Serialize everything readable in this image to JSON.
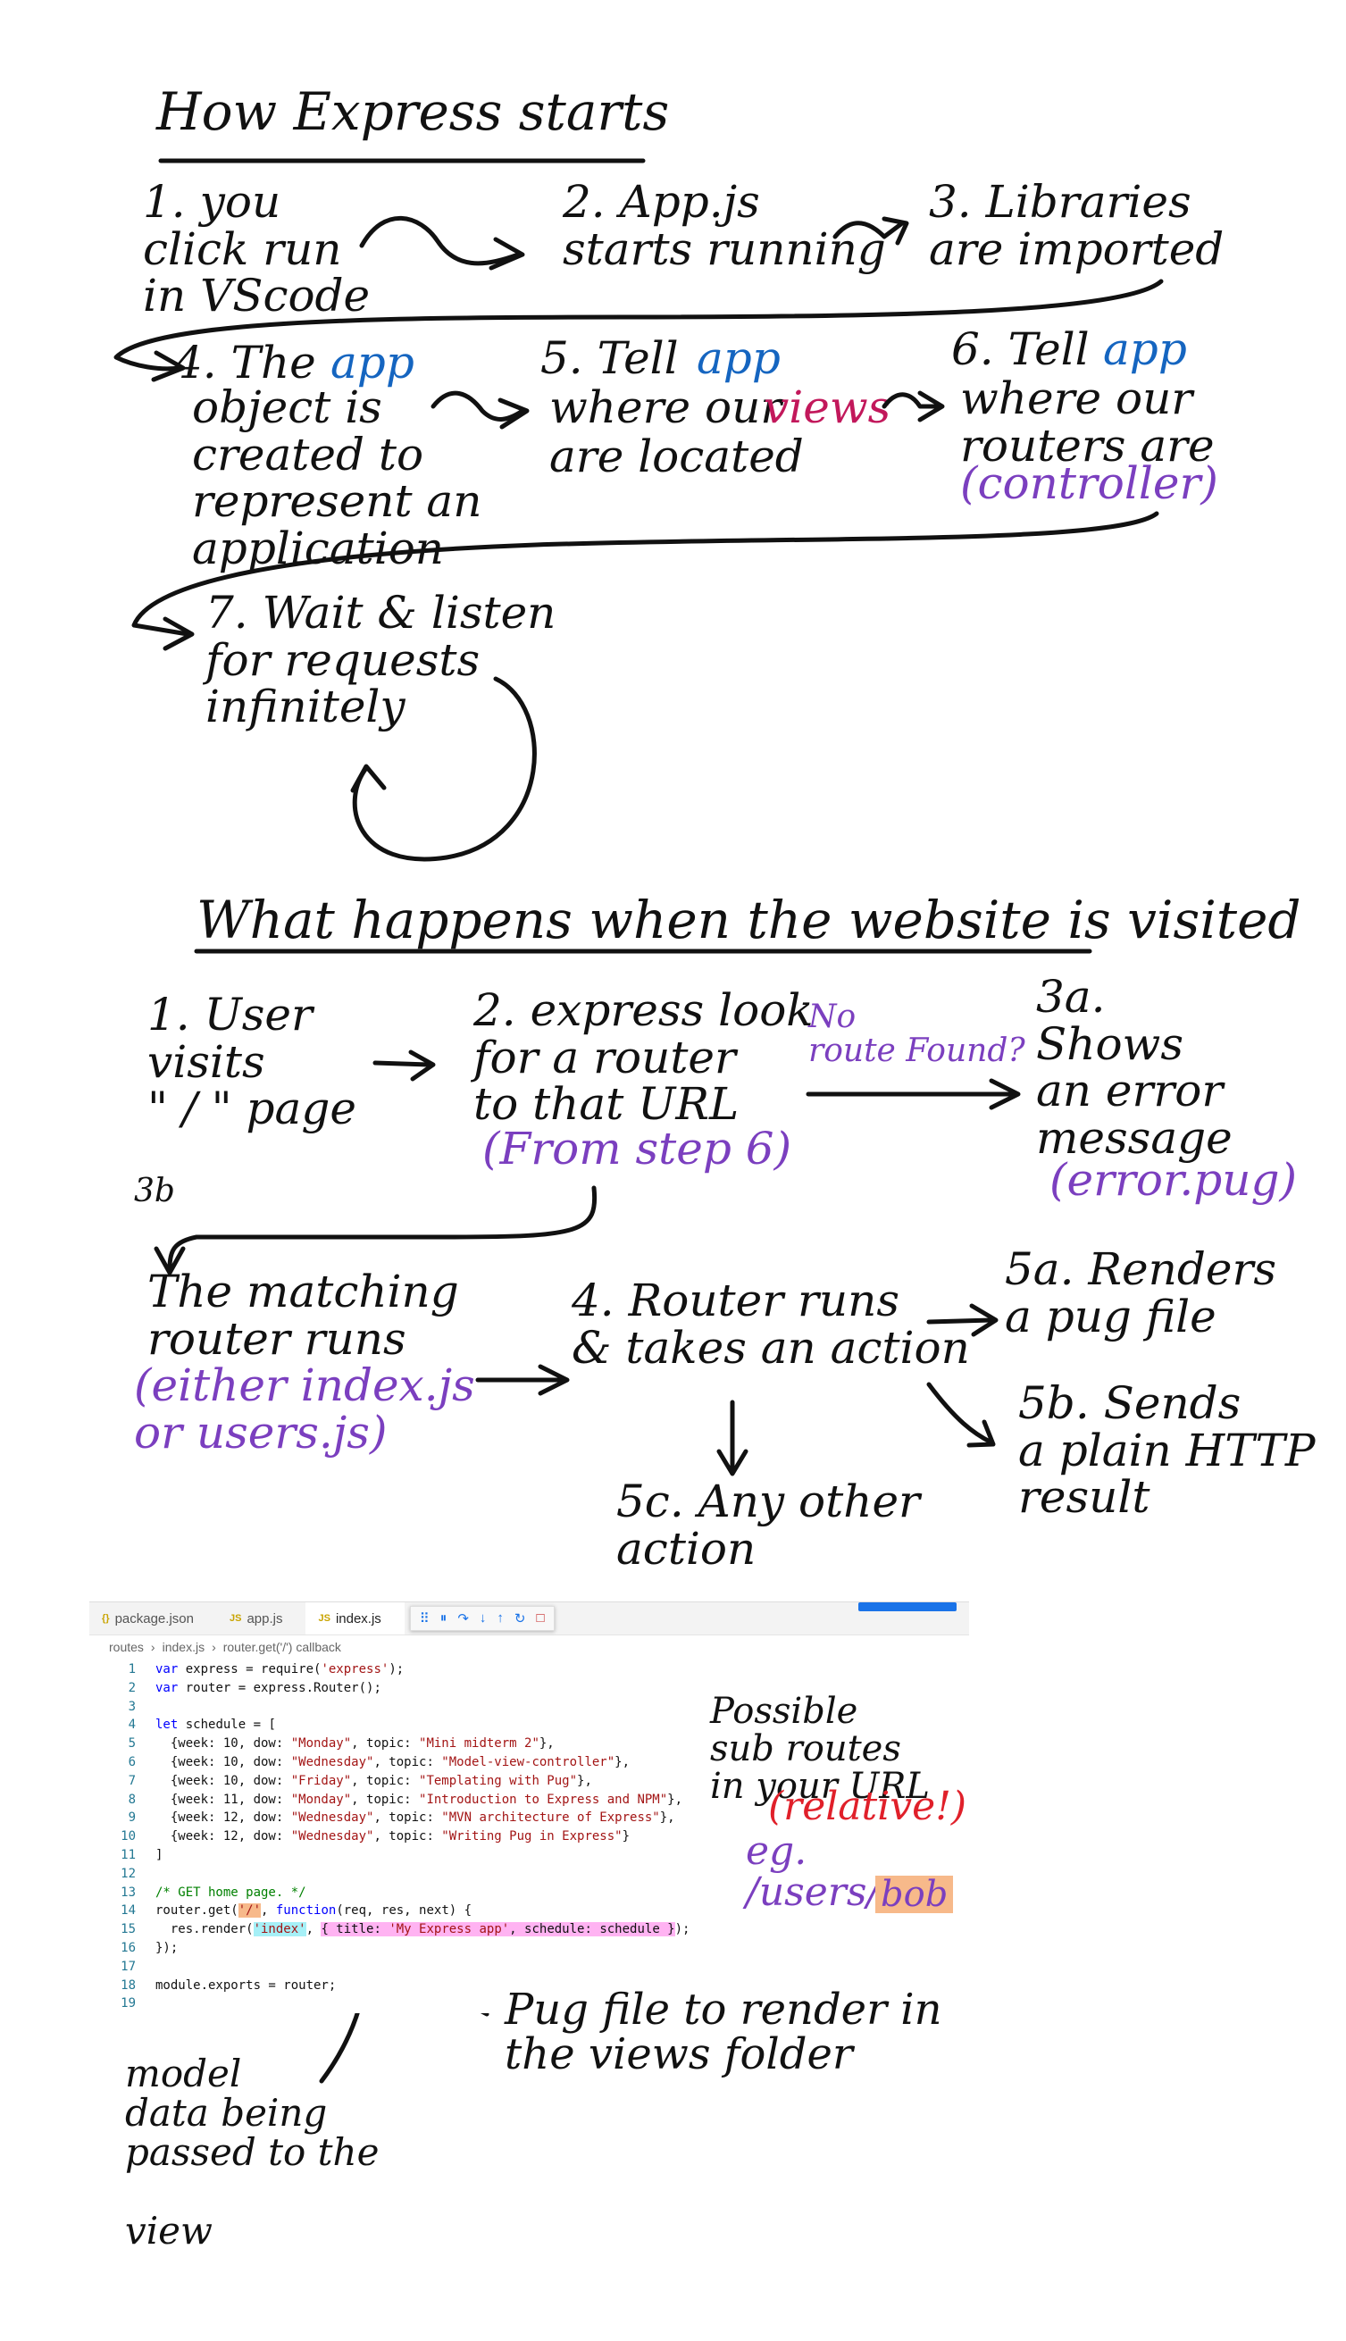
{
  "section1": {
    "title": "How Express starts",
    "steps": [
      "1. you\nclick run\nin VScode",
      "2. App.js\nstarts running",
      "3. Libraries\nare imported",
      "4. The",
      "object is\ncreated to\nrepresent an\napplication",
      "5. Tell",
      "where our",
      "are located",
      "6. Tell",
      "where our\nrouters are",
      "7. Wait & listen\nfor requests\ninfinitely"
    ],
    "app_word": "app",
    "views_word": "views",
    "controller_word": "(controller)"
  },
  "section2": {
    "title": "What happens when the website is visited",
    "step1": "1. User\nvisits\n\" / \" page",
    "step2": "2. express look\nfor a router\nto that URL",
    "step2_note": "(From step 6)",
    "no_route": "No\nroute Found?",
    "step3a": "3a.\nShows\nan error\nmessage",
    "step3a_note": "(error.pug)",
    "label3b": "3b",
    "matching": "The matching\nrouter runs",
    "matching_note": "(either index.js\nor users.js)",
    "step4": "4. Router runs\n& takes an action",
    "step5a": "5a. Renders\na pug file",
    "step5b": "5b. Sends\na plain HTTP\nresult",
    "step5c": "5c. Any other\naction"
  },
  "editor": {
    "tabs": [
      "package.json",
      "app.js",
      "index.js"
    ],
    "tab_icons": [
      "{}",
      "JS",
      "JS"
    ],
    "breadcrumb": [
      "routes",
      "index.js",
      "router.get('/') callback"
    ],
    "debug_icons": [
      "⠿",
      "⏸",
      "↷",
      "↓",
      "↑",
      "↻",
      "□"
    ]
  },
  "annotations": {
    "subroutes": "Possible\nsub routes\nin your URL",
    "relative": "(relative!)",
    "example_prefix": "eg.\n/users/",
    "example_highlight": "bob",
    "pug_file": "Pug file to render in\nthe views folder",
    "model": "model\ndata being\npassed to the\n\nview"
  }
}
